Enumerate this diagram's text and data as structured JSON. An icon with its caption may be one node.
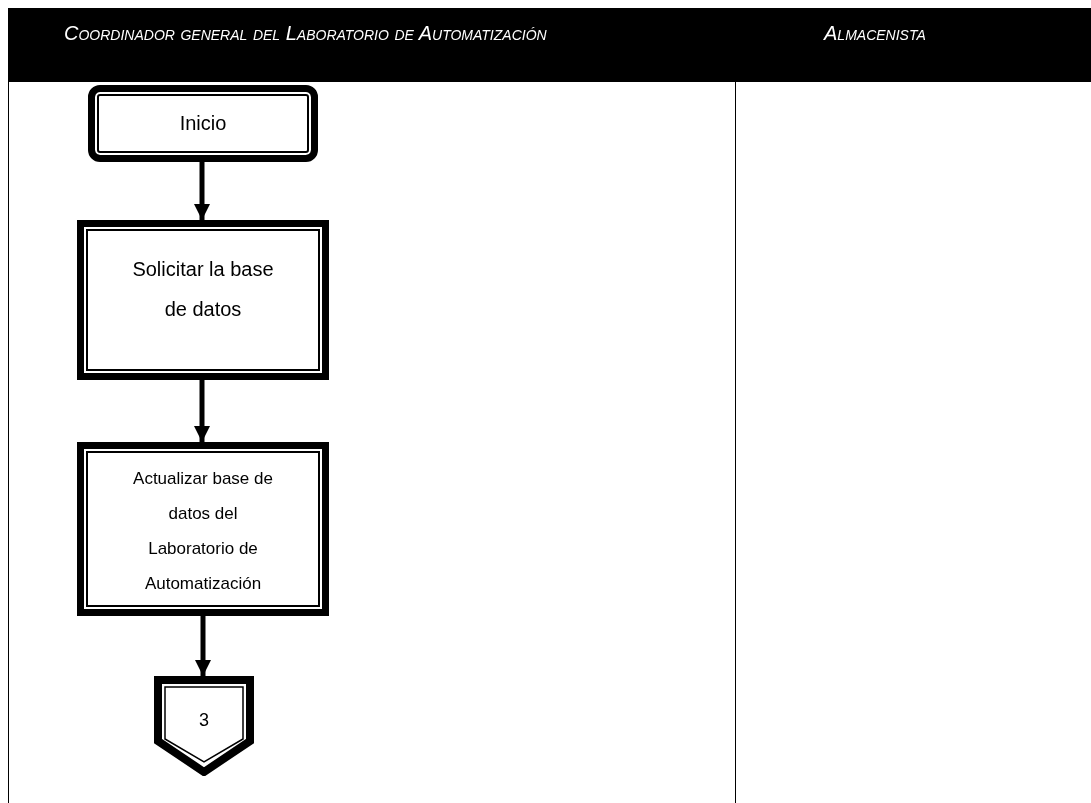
{
  "diagram": {
    "nodes": [
      {
        "text": [
          "Coordinador general del Laboratorio de Automatización"
        ]
      },
      {
        "text": [
          "Almacenista"
        ]
      },
      {
        "text": [
          "Inicio"
        ],
        "in": 0
      },
      {
        "text": [
          "Solicitar la base de datos"
        ],
        "in": 0
      },
      {
        "text": [
          "Actualizar base de datos del Laboratorio de Automatización"
        ],
        "in": 0
      },
      {
        "text": [
          "3"
        ],
        "in": 0
      }
    ],
    "edges": [
      {
        "from": 2,
        "to": 3,
        "arrow": "to"
      },
      {
        "from": 3,
        "to": 4,
        "arrow": "to"
      },
      {
        "from": 4,
        "to": 5,
        "arrow": "to"
      }
    ]
  }
}
